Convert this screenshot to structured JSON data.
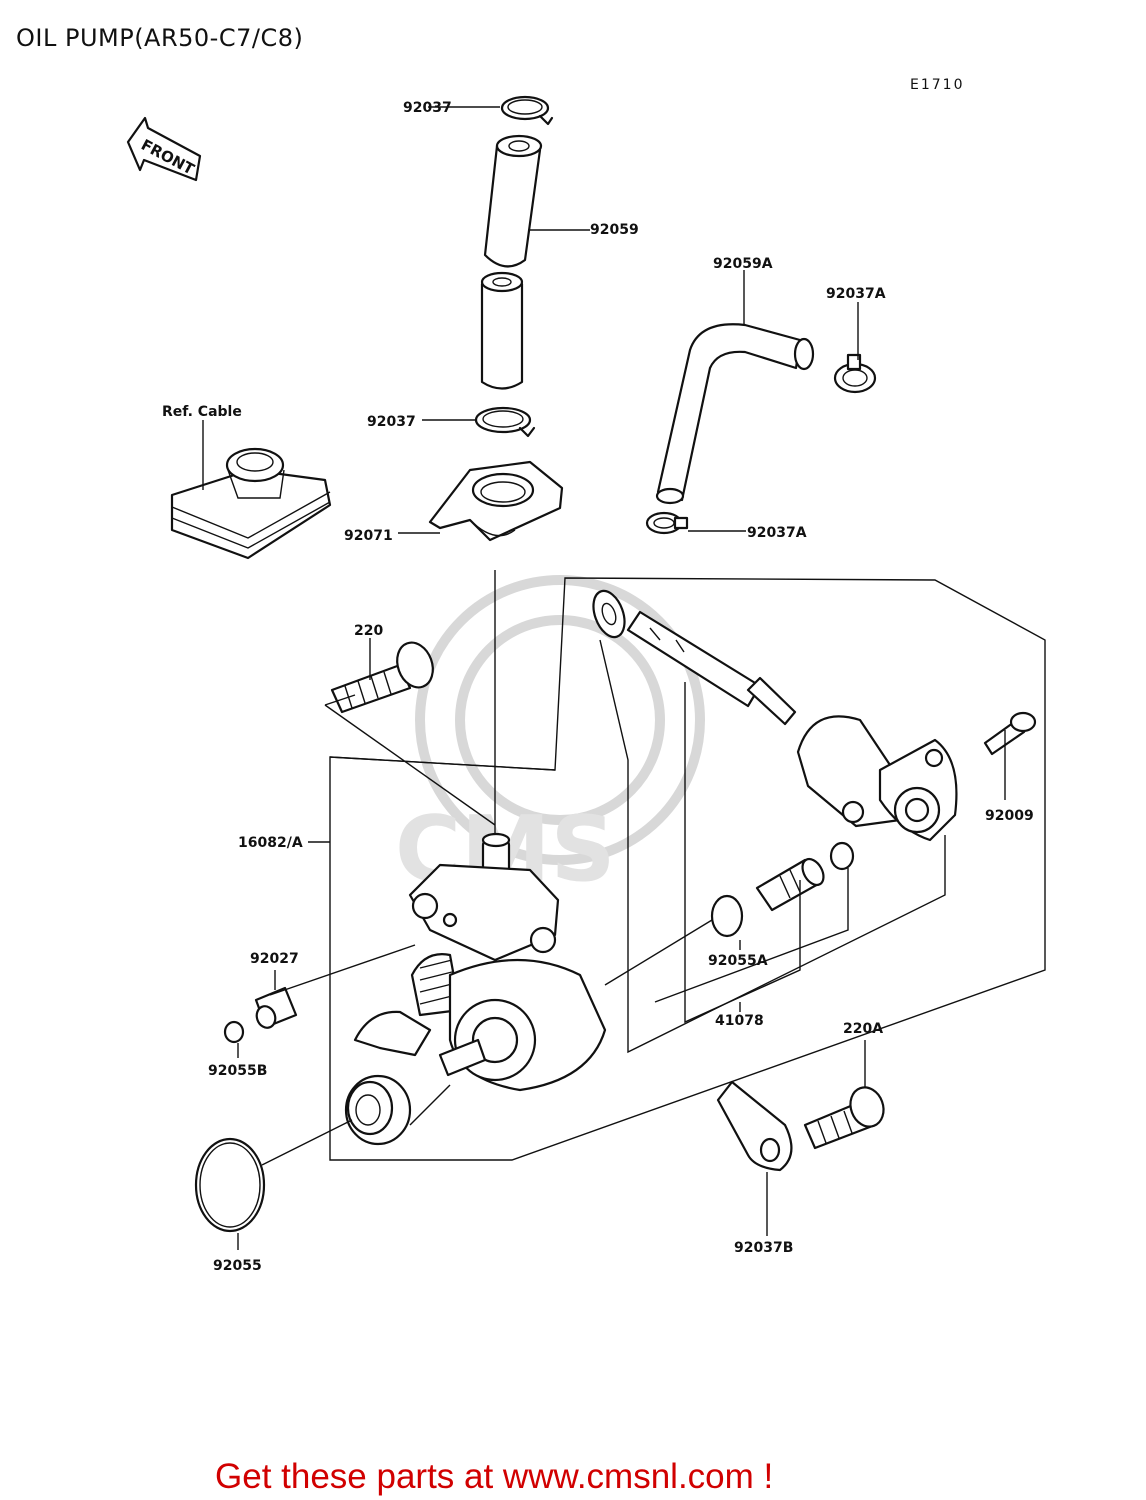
{
  "title": "OIL PUMP(AR50-C7/C8)",
  "diagram_code": "E1710",
  "front_label": "FRONT",
  "cta": "Get these parts at www.cmsnl.com !",
  "watermark": "CMS",
  "parts": {
    "p92037_top": "92037",
    "p92059": "92059",
    "p92059A": "92059A",
    "p92037A_top": "92037A",
    "ref_cable": "Ref. Cable",
    "p92037_mid": "92037",
    "p92071": "92071",
    "p92037A_bottom": "92037A",
    "p220": "220",
    "p16082A": "16082/A",
    "p92009": "92009",
    "p92027": "92027",
    "p92055A": "92055A",
    "p41078": "41078",
    "p92055B": "92055B",
    "p220A": "220A",
    "p92037B": "92037B",
    "p92055": "92055"
  }
}
